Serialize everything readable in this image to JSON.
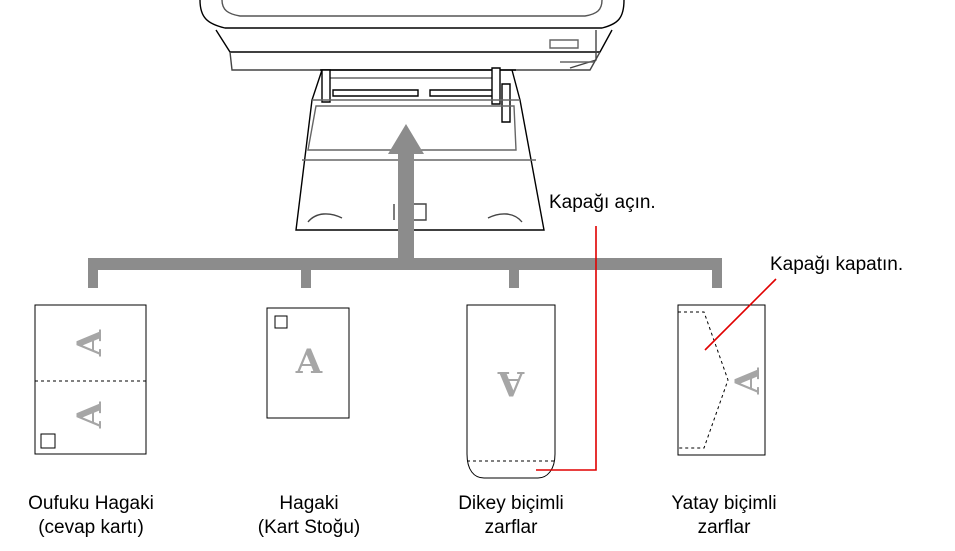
{
  "callouts": {
    "open_flap": "Kapağı açın.",
    "close_flap": "Kapağı kapatın."
  },
  "media": [
    {
      "line1": "Oufuku Hagaki",
      "line2": "(cevap kartı)"
    },
    {
      "line1": "Hagaki",
      "line2": "(Kart Stoğu)"
    },
    {
      "line1": "Dikey biçimli",
      "line2": "zarflar"
    },
    {
      "line1": "Yatay biçimli",
      "line2": "zarflar"
    }
  ],
  "sheet_glyph": "A",
  "colors": {
    "line": "#000000",
    "arrow": "#8c8c8c",
    "callout_line": "#e00000",
    "glyph": "#a6a6a6"
  }
}
